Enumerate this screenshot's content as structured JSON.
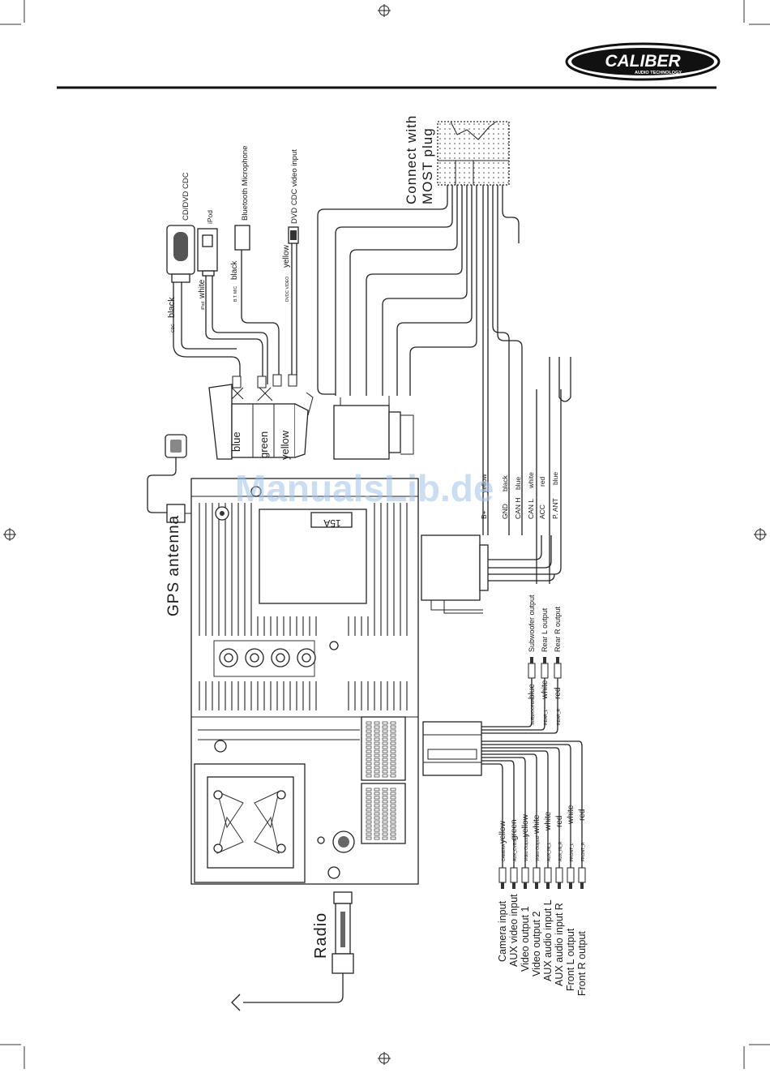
{
  "header": {
    "brand": "CALIBER",
    "brand_tagline": "AUDIO TECHNOLOGY"
  },
  "watermark": "ManualsLib.de",
  "head_unit": {
    "fuse": "15A"
  },
  "labels": {
    "gps_antenna": "GPS antenna",
    "radio": "Radio",
    "most_plug_line1": "Connect with",
    "most_plug_line2": "MOST plug",
    "cd_dvd_cdc": "CD/DVD CDC",
    "ipod": "iPod",
    "bluetooth_microphone": "Bluetooth Microphone",
    "dvd_cdc_video_input": "DVD CDC video input"
  },
  "accessory_wires": {
    "cdc": {
      "tag": "CDC",
      "color": "black"
    },
    "ipod": {
      "tag": "iPod",
      "color": "white"
    },
    "mic": {
      "tag": "B.T. MIC",
      "color": "black"
    },
    "dvd": {
      "tag": "DVDC VIDEO",
      "color": "yellow"
    }
  },
  "upper_connector": [
    "blue",
    "green",
    "yellow"
  ],
  "power_wires": [
    {
      "name": "B+",
      "color": "yellow"
    },
    {
      "name": "GND",
      "color": "black"
    },
    {
      "name": "CAN H",
      "color": "blue"
    },
    {
      "name": "CAN L",
      "color": "white"
    },
    {
      "name": "ACC",
      "color": "red"
    },
    {
      "name": "P. ANT",
      "color": "blue"
    }
  ],
  "rca_top": [
    {
      "tag": "SUBWOOFER",
      "color": "blue",
      "label": "Subwoofer output"
    },
    {
      "tag": "REAR_L",
      "color": "white",
      "label": "Rear L output"
    },
    {
      "tag": "REAR_R",
      "color": "red",
      "label": "Rear R output"
    }
  ],
  "rca_bottom": [
    {
      "tag": "CAMERA",
      "color": "yellow",
      "label": "Camera input"
    },
    {
      "tag": "AUX_CVBS",
      "color": "green",
      "label": "AUX video input"
    },
    {
      "tag": "Video Output1",
      "color": "yellow",
      "label": "Video output 1"
    },
    {
      "tag": "Video Output2",
      "color": "white",
      "label": "Video output 2"
    },
    {
      "tag": "AUX_IN_L",
      "color": "white",
      "label": "AUX audio input L"
    },
    {
      "tag": "AUX_IN_R",
      "color": "red",
      "label": "AUX audio input R"
    },
    {
      "tag": "FRONT_L",
      "color": "white",
      "label": "Front L output"
    },
    {
      "tag": "FRONT_R",
      "color": "red",
      "label": "Front R output"
    }
  ]
}
